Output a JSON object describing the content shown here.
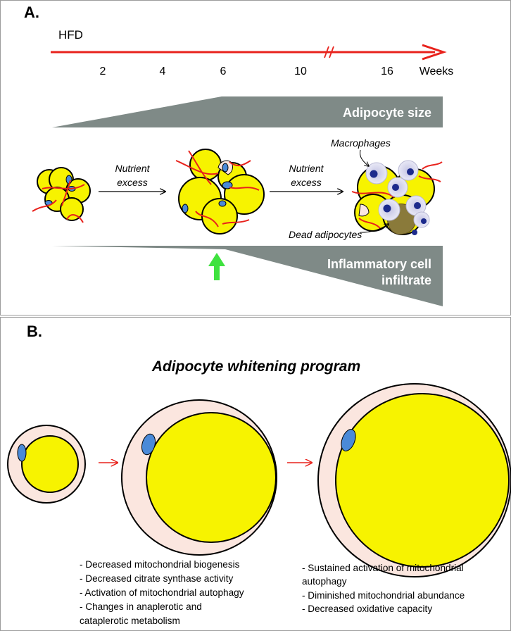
{
  "panel_a": {
    "label": "A.",
    "timeline_label": "HFD",
    "ticks": [
      "2",
      "4",
      "6",
      "10",
      "16"
    ],
    "unit": "Weeks",
    "band_top_label": "Adipocyte size",
    "band_bottom_label_1": "Inflammatory cell",
    "band_bottom_label_2": "infiltrate",
    "step1_line1": "Nutrient",
    "step1_line2": "excess",
    "step2_line1": "Nutrient",
    "step2_line2": "excess",
    "macrophages_label": "Macrophages",
    "dead_label": "Dead adipocytes"
  },
  "panel_b": {
    "label": "B.",
    "title": "Adipocyte whitening program",
    "findings_left": [
      "- Decreased mitochondrial biogenesis",
      "- Decreased citrate synthase activity",
      "- Activation of mitochondrial autophagy",
      "- Changes in anaplerotic and",
      "cataplerotic metabolism"
    ],
    "findings_right": [
      "- Sustained activation of mitochondrial",
      "autophagy",
      "- Diminished mitochondrial abundance",
      "- Decreased oxidative capacity"
    ]
  },
  "colors": {
    "timeline": "#e8221c",
    "band": "#7f8a87",
    "cell_fill": "#f7f300",
    "nucleus": "#4a8ad8",
    "vessel": "#e8221c",
    "cytoplasm": "#fbe6df",
    "green_arrow": "#3fe23f",
    "dead_cell": "#8a7a3a",
    "macrophage": "#d8d8ef"
  }
}
